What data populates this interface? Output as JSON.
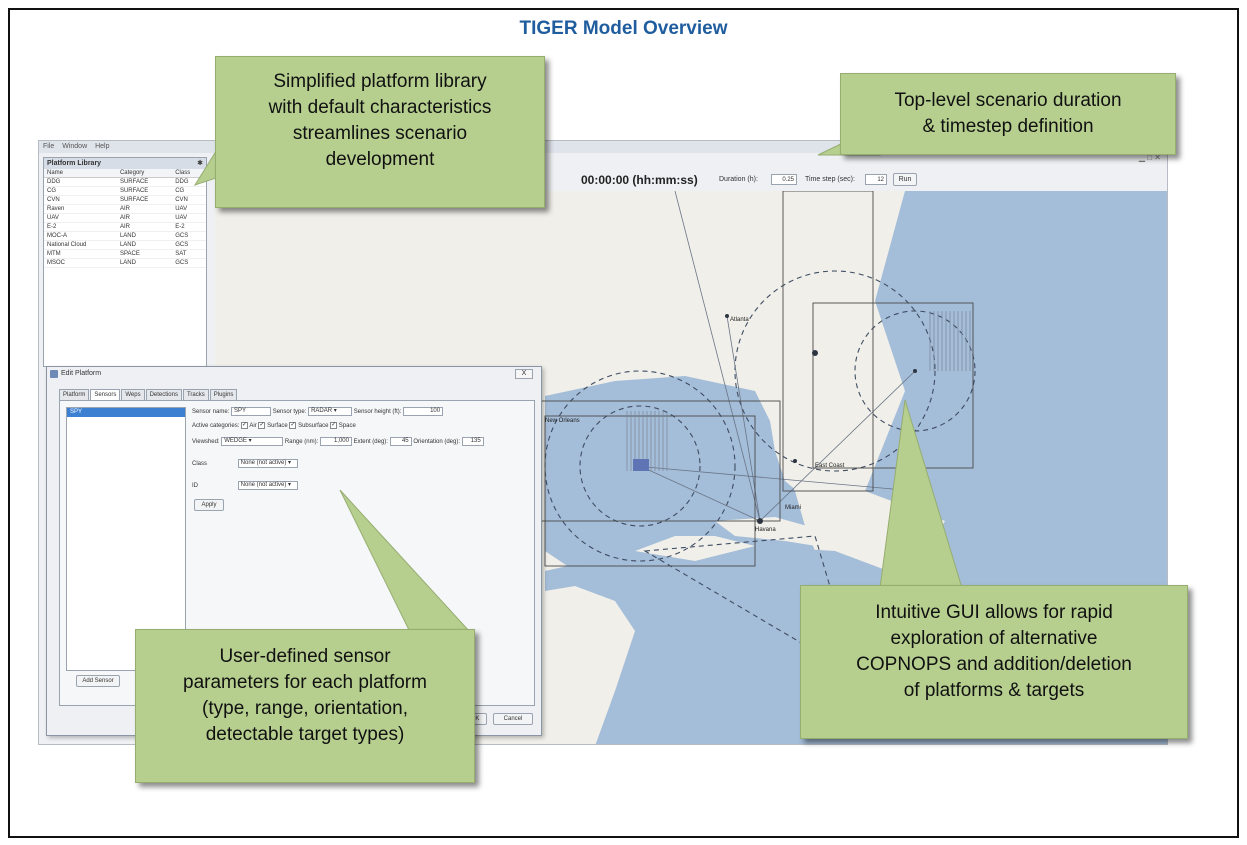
{
  "title": "TIGER Model Overview",
  "app": {
    "menu": [
      "File",
      "Window",
      "Help"
    ],
    "platform_library": {
      "header": "Platform Library",
      "pin_icon": "pin-icon",
      "columns": [
        "Name",
        "Category",
        "Class"
      ],
      "rows": [
        [
          "DDG",
          "SURFACE",
          "DDG"
        ],
        [
          "CG",
          "SURFACE",
          "CG"
        ],
        [
          "CVN",
          "SURFACE",
          "CVN"
        ],
        [
          "Raven",
          "AIR",
          "UAV"
        ],
        [
          "UAV",
          "AIR",
          "UAV"
        ],
        [
          "E-2",
          "AIR",
          "E-2"
        ],
        [
          "MOC-A",
          "LAND",
          "GCS"
        ],
        [
          "National Cloud",
          "LAND",
          "GCS"
        ],
        [
          "MTM",
          "SPACE",
          "SAT"
        ],
        [
          "MSOC",
          "LAND",
          "GCS"
        ]
      ]
    },
    "toolbar": {
      "clock": "00:00:00 (hh:mm:ss)",
      "duration_label": "Duration (h):",
      "duration_value": "0.25",
      "timestep_label": "Time step (sec):",
      "timestep_value": "12",
      "run_label": "Run"
    },
    "map_labels": {
      "atlanta": "Atlanta",
      "new_orleans": "New Orleans",
      "miami": "Miami",
      "havana": "Havana",
      "east_coast": "East Coast"
    },
    "dialog": {
      "title": "Edit Platform",
      "close_label": "X",
      "tabs": [
        "Platform",
        "Sensors",
        "Weps",
        "Detections",
        "Tracks",
        "Plugins"
      ],
      "sensor_list": [
        "SPY"
      ],
      "sensor_name_label": "Sensor name:",
      "sensor_name_value": "SPY",
      "sensor_type_label": "Sensor type:",
      "sensor_type_value": "RADAR",
      "sensor_height_label": "Sensor height (ft):",
      "sensor_height_value": "100",
      "active_categories_label": "Active categories:",
      "categories": [
        "Air",
        "Surface",
        "Subsurface",
        "Space"
      ],
      "viewshed_label": "Viewshed:",
      "viewshed_value": "WEDGE",
      "range_label": "Range (nm):",
      "range_value": "1,000",
      "extent_label": "Extent (deg):",
      "extent_value": "45",
      "orientation_label": "Orientation (deg):",
      "orientation_value": "135",
      "class_label": "Class",
      "class_value": "None (not active)",
      "id_label": "ID",
      "id_value": "None (not active)",
      "apply_label": "Apply",
      "add_sensor_label": "Add Sensor",
      "ok_label": "OK",
      "cancel_label": "Cancel"
    }
  },
  "callouts": {
    "library": [
      "Simplified platform library",
      "with default characteristics",
      "streamlines scenario",
      "development"
    ],
    "duration": [
      "Top-level scenario duration",
      "& timestep definition"
    ],
    "sensor": [
      "User-defined sensor",
      "parameters for each platform",
      "(type, range, orientation,",
      "detectable target types)"
    ],
    "gui": [
      "Intuitive GUI allows for rapid",
      "exploration of alternative",
      "COPNOPS and addition/deletion",
      "of platforms & targets"
    ]
  },
  "colors": {
    "title": "#1f5d9e",
    "callout_fill": "#b6cf8f",
    "water": "#a4bdd8",
    "land": "#f1efe9"
  }
}
